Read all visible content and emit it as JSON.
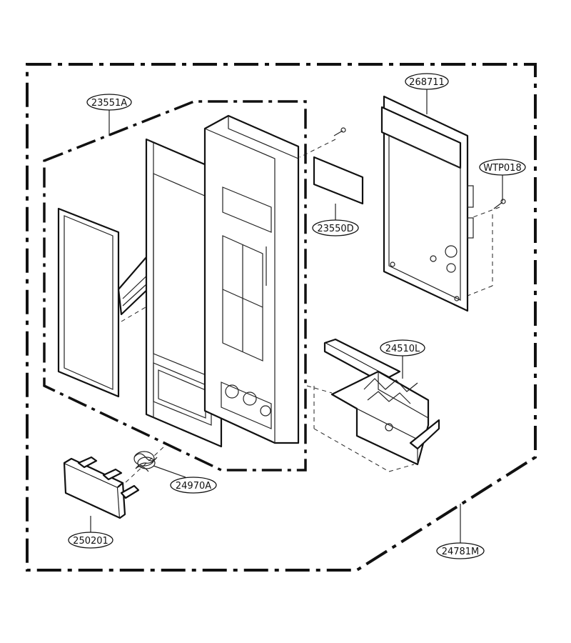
{
  "callouts": {
    "c23551A": "23551A",
    "c268711": "268711",
    "cWTP018": "WTP018",
    "c23550D": "23550D",
    "c24510L": "24510L",
    "c24970A": "24970A",
    "c250201": "250201",
    "c24781M": "24781M"
  }
}
